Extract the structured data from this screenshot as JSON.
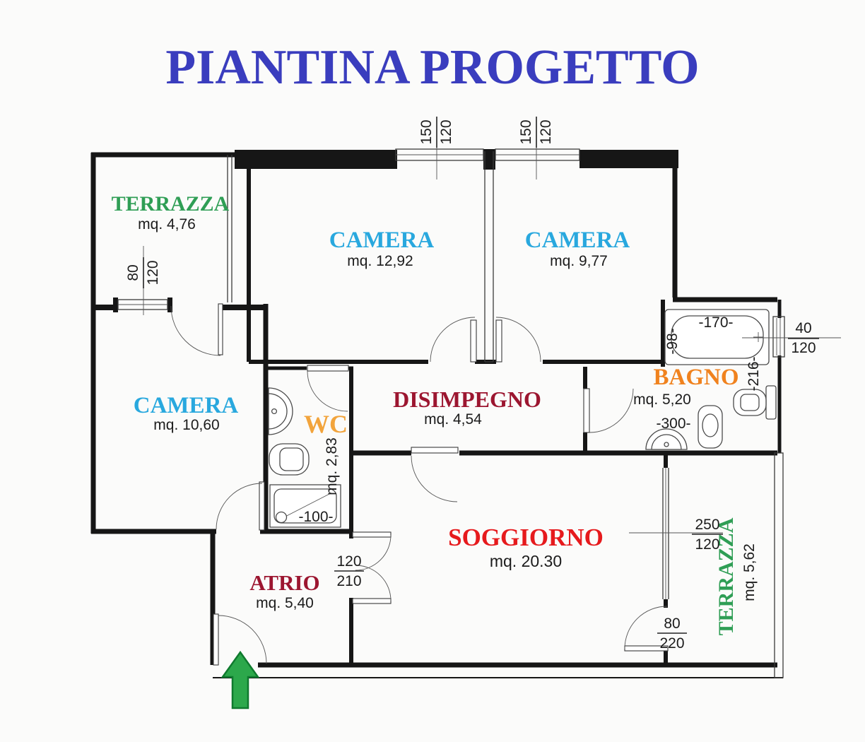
{
  "title": "PIANTINA PROGETTO",
  "colors": {
    "title": "#3a3dbe",
    "terrazza": "#2f9e55",
    "camera": "#29a8de",
    "disimpegno": "#9c1630",
    "atrio": "#9c1630",
    "wc": "#f2a43c",
    "bagno": "#f0821e",
    "soggiorno": "#e61a1d",
    "entrance_arrow": "#2ca84b",
    "walls": "#161616"
  },
  "rooms": {
    "terrazza_top": {
      "label": "TERRAZZA",
      "area": "mq. 4,76"
    },
    "camera_mid": {
      "label": "CAMERA",
      "area": "mq. 12,92"
    },
    "camera_right": {
      "label": "CAMERA",
      "area": "mq. 9,77"
    },
    "camera_left": {
      "label": "CAMERA",
      "area": "mq. 10,60"
    },
    "wc": {
      "label": "WC",
      "area": "mq. 2,83"
    },
    "disimpegno": {
      "label": "DISIMPEGNO",
      "area": "mq. 4,54"
    },
    "bagno": {
      "label": "BAGNO",
      "area": "mq. 5,20"
    },
    "soggiorno": {
      "label": "SOGGIORNO",
      "area": "mq. 20.30"
    },
    "atrio": {
      "label": "ATRIO",
      "area": "mq. 5,40"
    },
    "terrazza_bottom": {
      "label": "TERRAZZA",
      "area": "mq. 5,62"
    }
  },
  "dimensions": {
    "window_top_left": {
      "num": "150",
      "den": "120"
    },
    "window_top_right": {
      "num": "150",
      "den": "120"
    },
    "window_terrazza": {
      "num": "80",
      "den": "120"
    },
    "window_bagno": {
      "num": "40",
      "den": "120"
    },
    "door_atrio_soggiorno": {
      "num": "120",
      "den": "210"
    },
    "window_soggiorno_terrazza": {
      "num": "250",
      "den": "120"
    },
    "door_soggiorno_terrazza": {
      "num": "80",
      "den": "220"
    },
    "tub_length": "-170-",
    "tub_width": "-98-",
    "bagno_depth": "-216-",
    "bagno_width": "-300-",
    "shower_width": "-100-"
  }
}
